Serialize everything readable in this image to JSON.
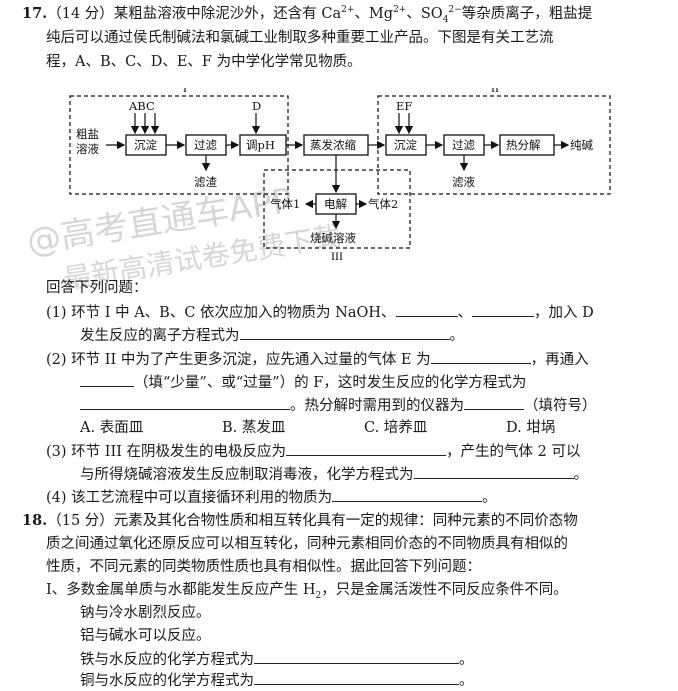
{
  "q17": {
    "num": "17.",
    "score": "（14 分）",
    "l1_text": "某粗盐溶液中除泥沙外，还含有 Ca",
    "ion1_sup": "2+",
    "sep1": "、Mg",
    "ion2_sup": "2+",
    "sep2": "、SO",
    "ion3_sub": "4",
    "ion3_sup": "2−",
    "l1_tail": "等杂质离子，粗盐提",
    "line2": "纯后可以通过侯氏制碱法和氯碱工业制取多种重要工业产品。下图是有关工艺流",
    "line3": "程，A、B、C、D、E、F 为中学化学常见物质。"
  },
  "diagram": {
    "region1": "I",
    "region2": "II",
    "region3": "III",
    "input_top": "粗盐",
    "input_bottom": "溶液",
    "abc": "ABC",
    "d": "D",
    "ef": "EF",
    "box_precip1": "沉淀",
    "box_filter1": "过滤",
    "box_ph": "调pH",
    "box_evap": "蒸发浓缩",
    "box_precip2": "沉淀",
    "box_filter2": "过滤",
    "box_decomp": "热分解",
    "product": "纯碱",
    "residue": "滤渣",
    "filtrate": "滤液",
    "gas1": "气体1",
    "electrolysis": "电解",
    "gas2": "气体2",
    "caustic": "烧碱溶液"
  },
  "answer_intro": "回答下列问题：",
  "p1": {
    "a": "(1)  环节 I 中 A、B、C 依次应加入的物质为 NaOH、",
    "b": "、",
    "c": "，加入 D",
    "d": "发生反应的离子方程式为",
    "e": "。"
  },
  "p2": {
    "a": "(2)  环节 II 中为了产生更多沉淀，应先通入过量的气体 E 为",
    "b": "，再通入",
    "c": "（填“少量”、或“过量”）的 F，这时发生反应的化学方程式为",
    "d": "。热分解时需用到的仪器为",
    "e": "（填符号）",
    "opt_a": "A. 表面皿",
    "opt_b": "B. 蒸发皿",
    "opt_c": "C. 培养皿",
    "opt_d": "D. 坩埚"
  },
  "p3": {
    "a": "(3)  环节 III 在阴极发生的电极反应为",
    "b": "，产生的气体 2 可以",
    "c": "与所得烧碱溶液发生反应制取消毒液，化学方程式为",
    "d": "。"
  },
  "p4": {
    "a": "(4)  该工艺流程中可以直接循环利用的物质为",
    "b": "。"
  },
  "q18": {
    "num": "18.",
    "score": "（15 分）",
    "l1": "元素及其化合物性质和相互转化具有一定的规律：同种元素的不同价态物",
    "l2": "质之间通过氧化还原反应可以相互转化，同种元素相同价态的不同物质具有相似的",
    "l3": "性质，不同元素的同类物质性质也具有相似性。据此回答下列问题：",
    "s1a": "Ⅰ、多数金属单质与水都能发生反应产生 H",
    "s1sub": "2",
    "s1b": "，只是金属活泼性不同反应条件不同。",
    "na": "钠与冷水剧烈反应。",
    "al": "铝与碱水可以反应。",
    "fe": "铁与水反应的化学方程式为",
    "fe_end": "。",
    "cu": "铜与水反应的化学方程式为",
    "cu_end": "。"
  },
  "watermark": {
    "line1": "@高考直通车APP",
    "line2": "最新高清试卷免费下载"
  }
}
